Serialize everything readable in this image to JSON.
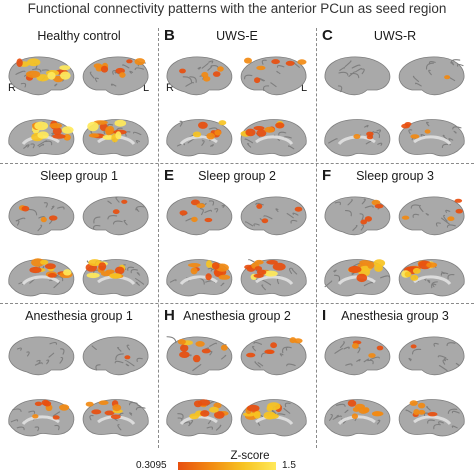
{
  "title": "Functional connectivity patterns with the anterior PCun as seed region",
  "panels": [
    {
      "label": "",
      "title": "Healthy control",
      "hemis": true,
      "act": [
        0.85,
        0.55,
        0.9,
        0.95
      ]
    },
    {
      "label": "B",
      "title": "UWS-E",
      "hemis": true,
      "act": [
        0.35,
        0.4,
        0.55,
        0.6
      ]
    },
    {
      "label": "C",
      "title": "UWS-R",
      "hemis": false,
      "act": [
        0.0,
        0.05,
        0.2,
        0.3
      ]
    },
    {
      "label": "",
      "title": "Sleep group 1",
      "hemis": false,
      "act": [
        0.3,
        0.15,
        0.8,
        0.85
      ]
    },
    {
      "label": "E",
      "title": "Sleep group 2",
      "hemis": false,
      "act": [
        0.35,
        0.2,
        0.8,
        0.85
      ]
    },
    {
      "label": "F",
      "title": "Sleep group 3",
      "hemis": false,
      "act": [
        0.3,
        0.3,
        0.75,
        0.8
      ]
    },
    {
      "label": "",
      "title": "Anesthesia group 1",
      "hemis": false,
      "act": [
        0.0,
        0.05,
        0.5,
        0.6
      ]
    },
    {
      "label": "H",
      "title": "Anesthesia group 2",
      "hemis": false,
      "act": [
        0.6,
        0.4,
        0.7,
        0.75
      ]
    },
    {
      "label": "I",
      "title": "Anesthesia group 3",
      "hemis": false,
      "act": [
        0.3,
        0.1,
        0.55,
        0.4
      ]
    }
  ],
  "hemis": {
    "right": "R",
    "left": "L"
  },
  "colorbar": {
    "title": "Z-score",
    "min": "0.3095",
    "max": "1.5"
  },
  "colors": {
    "cortex": "#a9a9a9",
    "sulcus": "#7e7e7e",
    "hot1": "#e84f0f",
    "hot2": "#f28a12",
    "hot3": "#f7c322",
    "hot4": "#ffe95a"
  }
}
